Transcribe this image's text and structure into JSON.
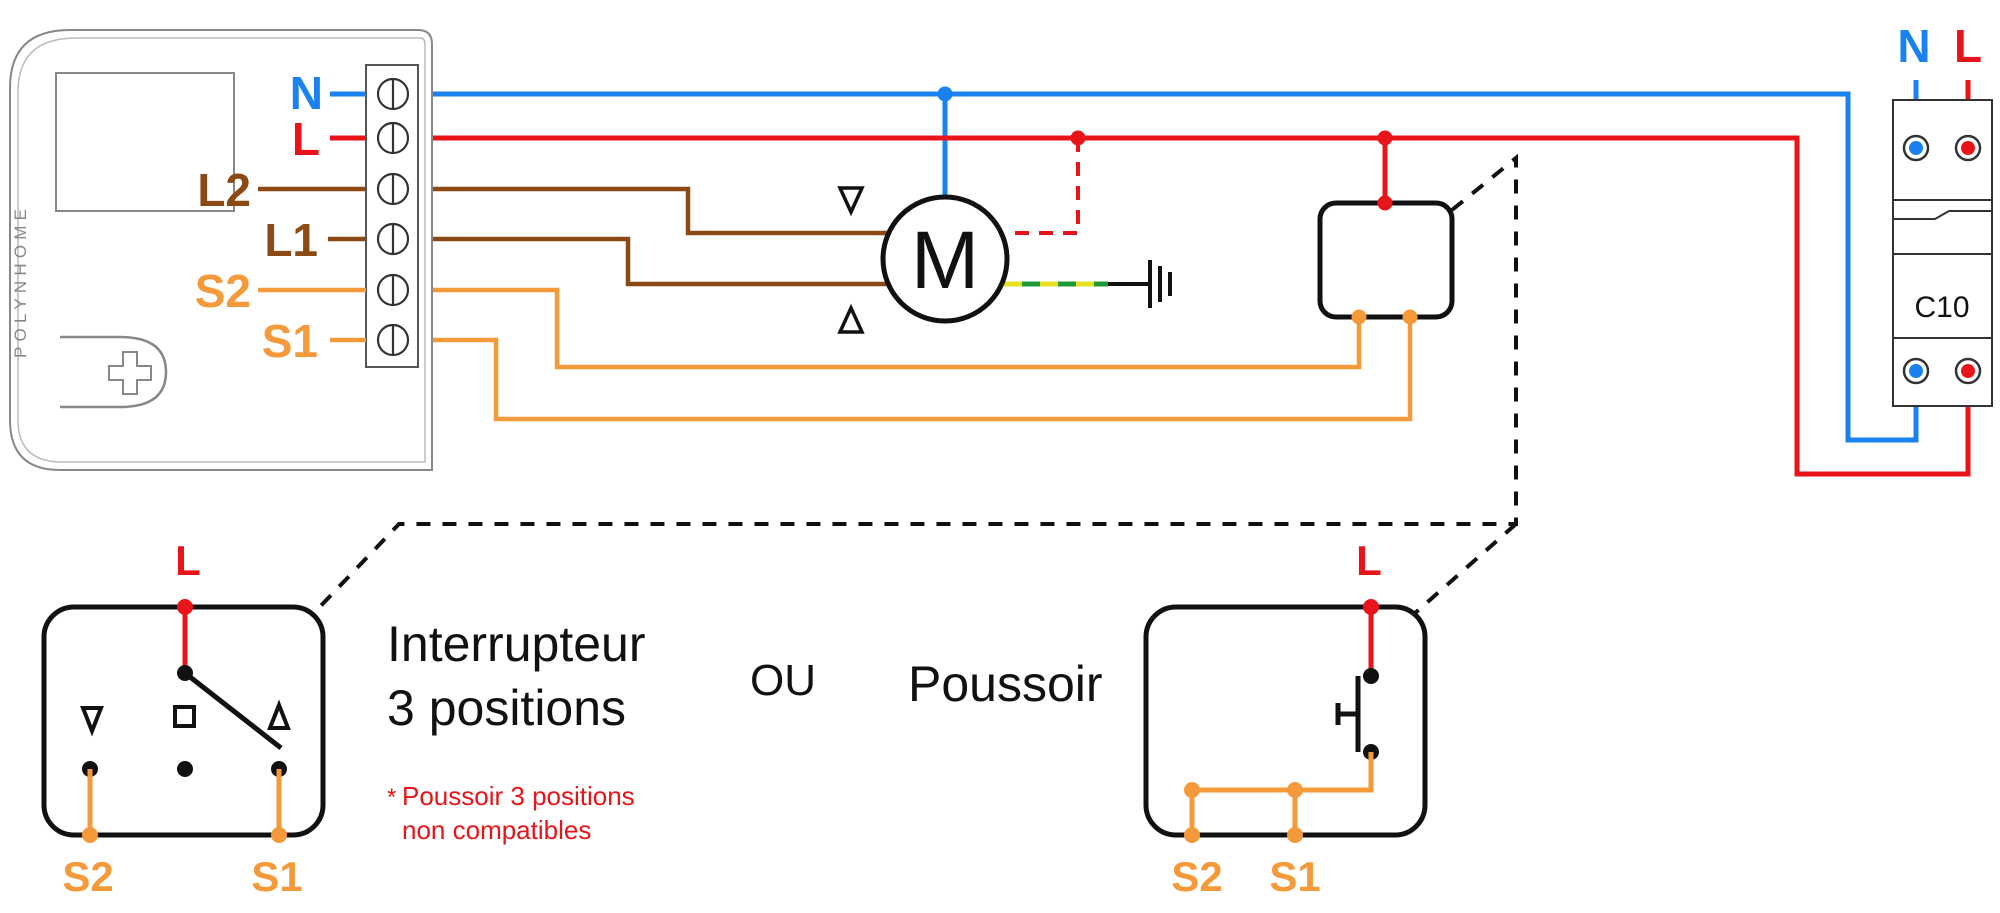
{
  "module": {
    "brand": "POLYNHOME",
    "terminals": [
      "N",
      "L",
      "L2",
      "L1",
      "S2",
      "S1"
    ]
  },
  "supply": {
    "labels": [
      "N",
      "L"
    ],
    "breaker": "C10"
  },
  "motor": {
    "label": "M"
  },
  "colors": {
    "neutral": "#1a82f0",
    "live": "#e8141a",
    "motor_wire": "#8b4a13",
    "switch_wire": "#f59a3a",
    "dashed": "#111111",
    "earth_green": "#1e9a3a",
    "earth_yellow": "#e6e020",
    "outline": "#111111",
    "note": "#e8141a"
  },
  "switch3": {
    "title_line1": "Interrupteur",
    "title_line2": "3 positions",
    "note_star": "*",
    "note_line1": "Poussoir 3 positions",
    "note_line2": "non compatibles",
    "top_label": "L",
    "bottom_left": "S2",
    "bottom_right": "S1"
  },
  "separator": "OU",
  "pushbutton": {
    "title": "Poussoir",
    "top_label": "L",
    "bottom_left": "S2",
    "bottom_right": "S1"
  },
  "icons": [
    "arrow-down-icon",
    "arrow-up-icon",
    "stop-square-icon",
    "earth-icon",
    "screw-icon",
    "plus-icon"
  ]
}
